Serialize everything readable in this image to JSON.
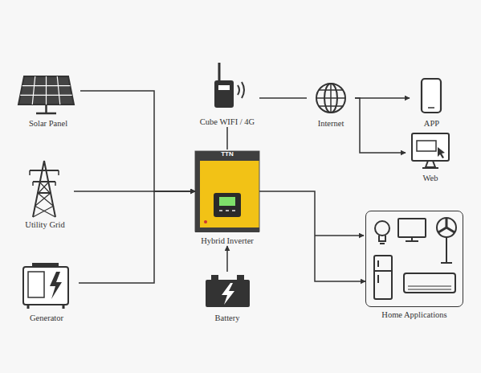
{
  "diagram": {
    "nodes": [
      {
        "text": [
          "Solar Panel"
        ]
      },
      {
        "text": [
          "Cube WIFI / 4G"
        ]
      },
      {
        "text": [
          "Internet"
        ]
      },
      {
        "text": [
          "APP"
        ]
      },
      {
        "text": [
          "Web"
        ]
      },
      {
        "text": [
          "Utility Grid"
        ]
      },
      {
        "text": [
          "TTN",
          "Hybrid Inverter"
        ]
      },
      {
        "text": [
          "Generator"
        ]
      },
      {
        "text": [
          "Battery"
        ]
      },
      {
        "text": [
          "Home Applications"
        ]
      }
    ],
    "edges": [
      {
        "from": 0,
        "to": 6,
        "arrow": "to"
      },
      {
        "from": 5,
        "to": 6,
        "arrow": "to"
      },
      {
        "from": 7,
        "to": 6,
        "arrow": "to"
      },
      {
        "from": 8,
        "to": 6,
        "arrow": "to"
      },
      {
        "from": 6,
        "to": 1,
        "arrow": "none"
      },
      {
        "from": 1,
        "to": 2,
        "arrow": "none"
      },
      {
        "from": 2,
        "to": 3,
        "arrow": "to"
      },
      {
        "from": 2,
        "to": 4,
        "arrow": "to"
      },
      {
        "from": 6,
        "to": 9,
        "arrow": "to"
      }
    ]
  }
}
